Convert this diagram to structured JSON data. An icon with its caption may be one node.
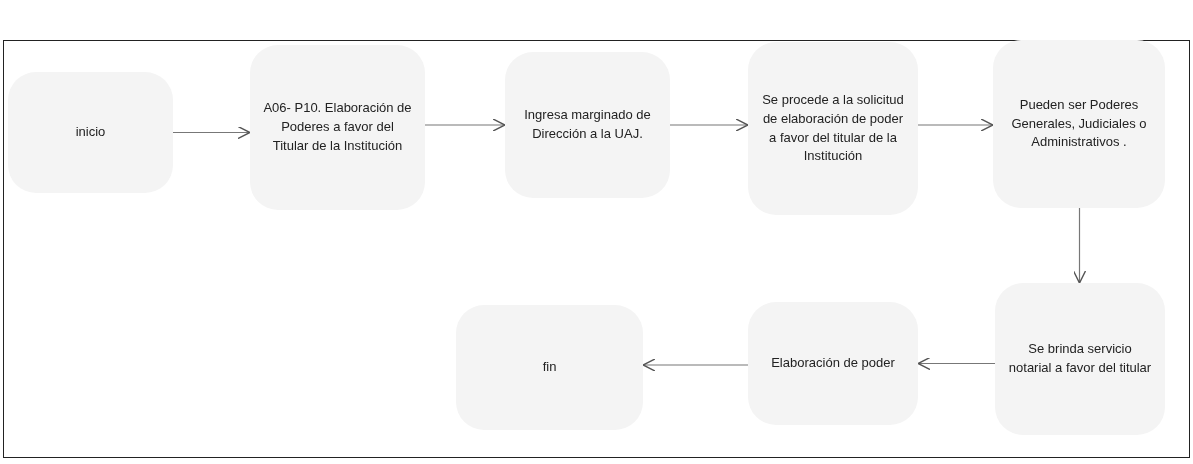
{
  "diagram": {
    "nodes": [
      {
        "text": [
          "inicio"
        ]
      },
      {
        "text": [
          "A06- P10. Elaboración de Poderes a favor del Titular de la Institución"
        ]
      },
      {
        "text": [
          "Ingresa marginado de Dirección a la UAJ."
        ]
      },
      {
        "text": [
          "Se procede a la solicitud de elaboración de poder a favor del titular de la Institución"
        ]
      },
      {
        "text": [
          "Pueden ser Poderes Generales, Judiciales o Administrativos ."
        ]
      },
      {
        "text": [
          "Se brinda servicio notarial a favor del titular"
        ]
      },
      {
        "text": [
          "Elaboración de poder"
        ]
      },
      {
        "text": [
          "fin"
        ]
      }
    ],
    "edges": [
      {
        "from": 0,
        "to": 1,
        "arrow": "to"
      },
      {
        "from": 1,
        "to": 2,
        "arrow": "to"
      },
      {
        "from": 2,
        "to": 3,
        "arrow": "to"
      },
      {
        "from": 3,
        "to": 4,
        "arrow": "to"
      },
      {
        "from": 4,
        "to": 5,
        "arrow": "to"
      },
      {
        "from": 5,
        "to": 6,
        "arrow": "to"
      },
      {
        "from": 6,
        "to": 7,
        "arrow": "to"
      }
    ]
  }
}
